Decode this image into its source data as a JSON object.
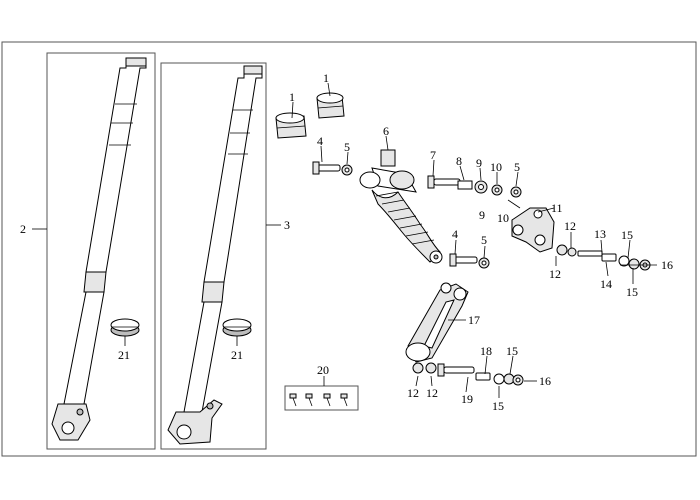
{
  "labels": {
    "l1a": "1",
    "l1b": "1",
    "l2": "2",
    "l3": "3",
    "l4a": "4",
    "l4b": "4",
    "l5a": "5",
    "l5b": "5",
    "l5c": "5",
    "l6": "6",
    "l7": "7",
    "l8": "8",
    "l9a": "9",
    "l9b": "9",
    "l10a": "10",
    "l10b": "10",
    "l11": "11",
    "l12a": "12",
    "l12b": "12",
    "l12c": "12",
    "l12d": "12",
    "l13": "13",
    "l14": "14",
    "l15a": "15",
    "l15b": "15",
    "l15c": "15",
    "l15d": "15",
    "l16a": "16",
    "l16b": "16",
    "l17": "17",
    "l18": "18",
    "l19": "19",
    "l20": "20",
    "l21a": "21",
    "l21b": "21"
  },
  "colors": {
    "line": "#000000",
    "frame": "#555555",
    "shade": "#e6e6e6"
  }
}
